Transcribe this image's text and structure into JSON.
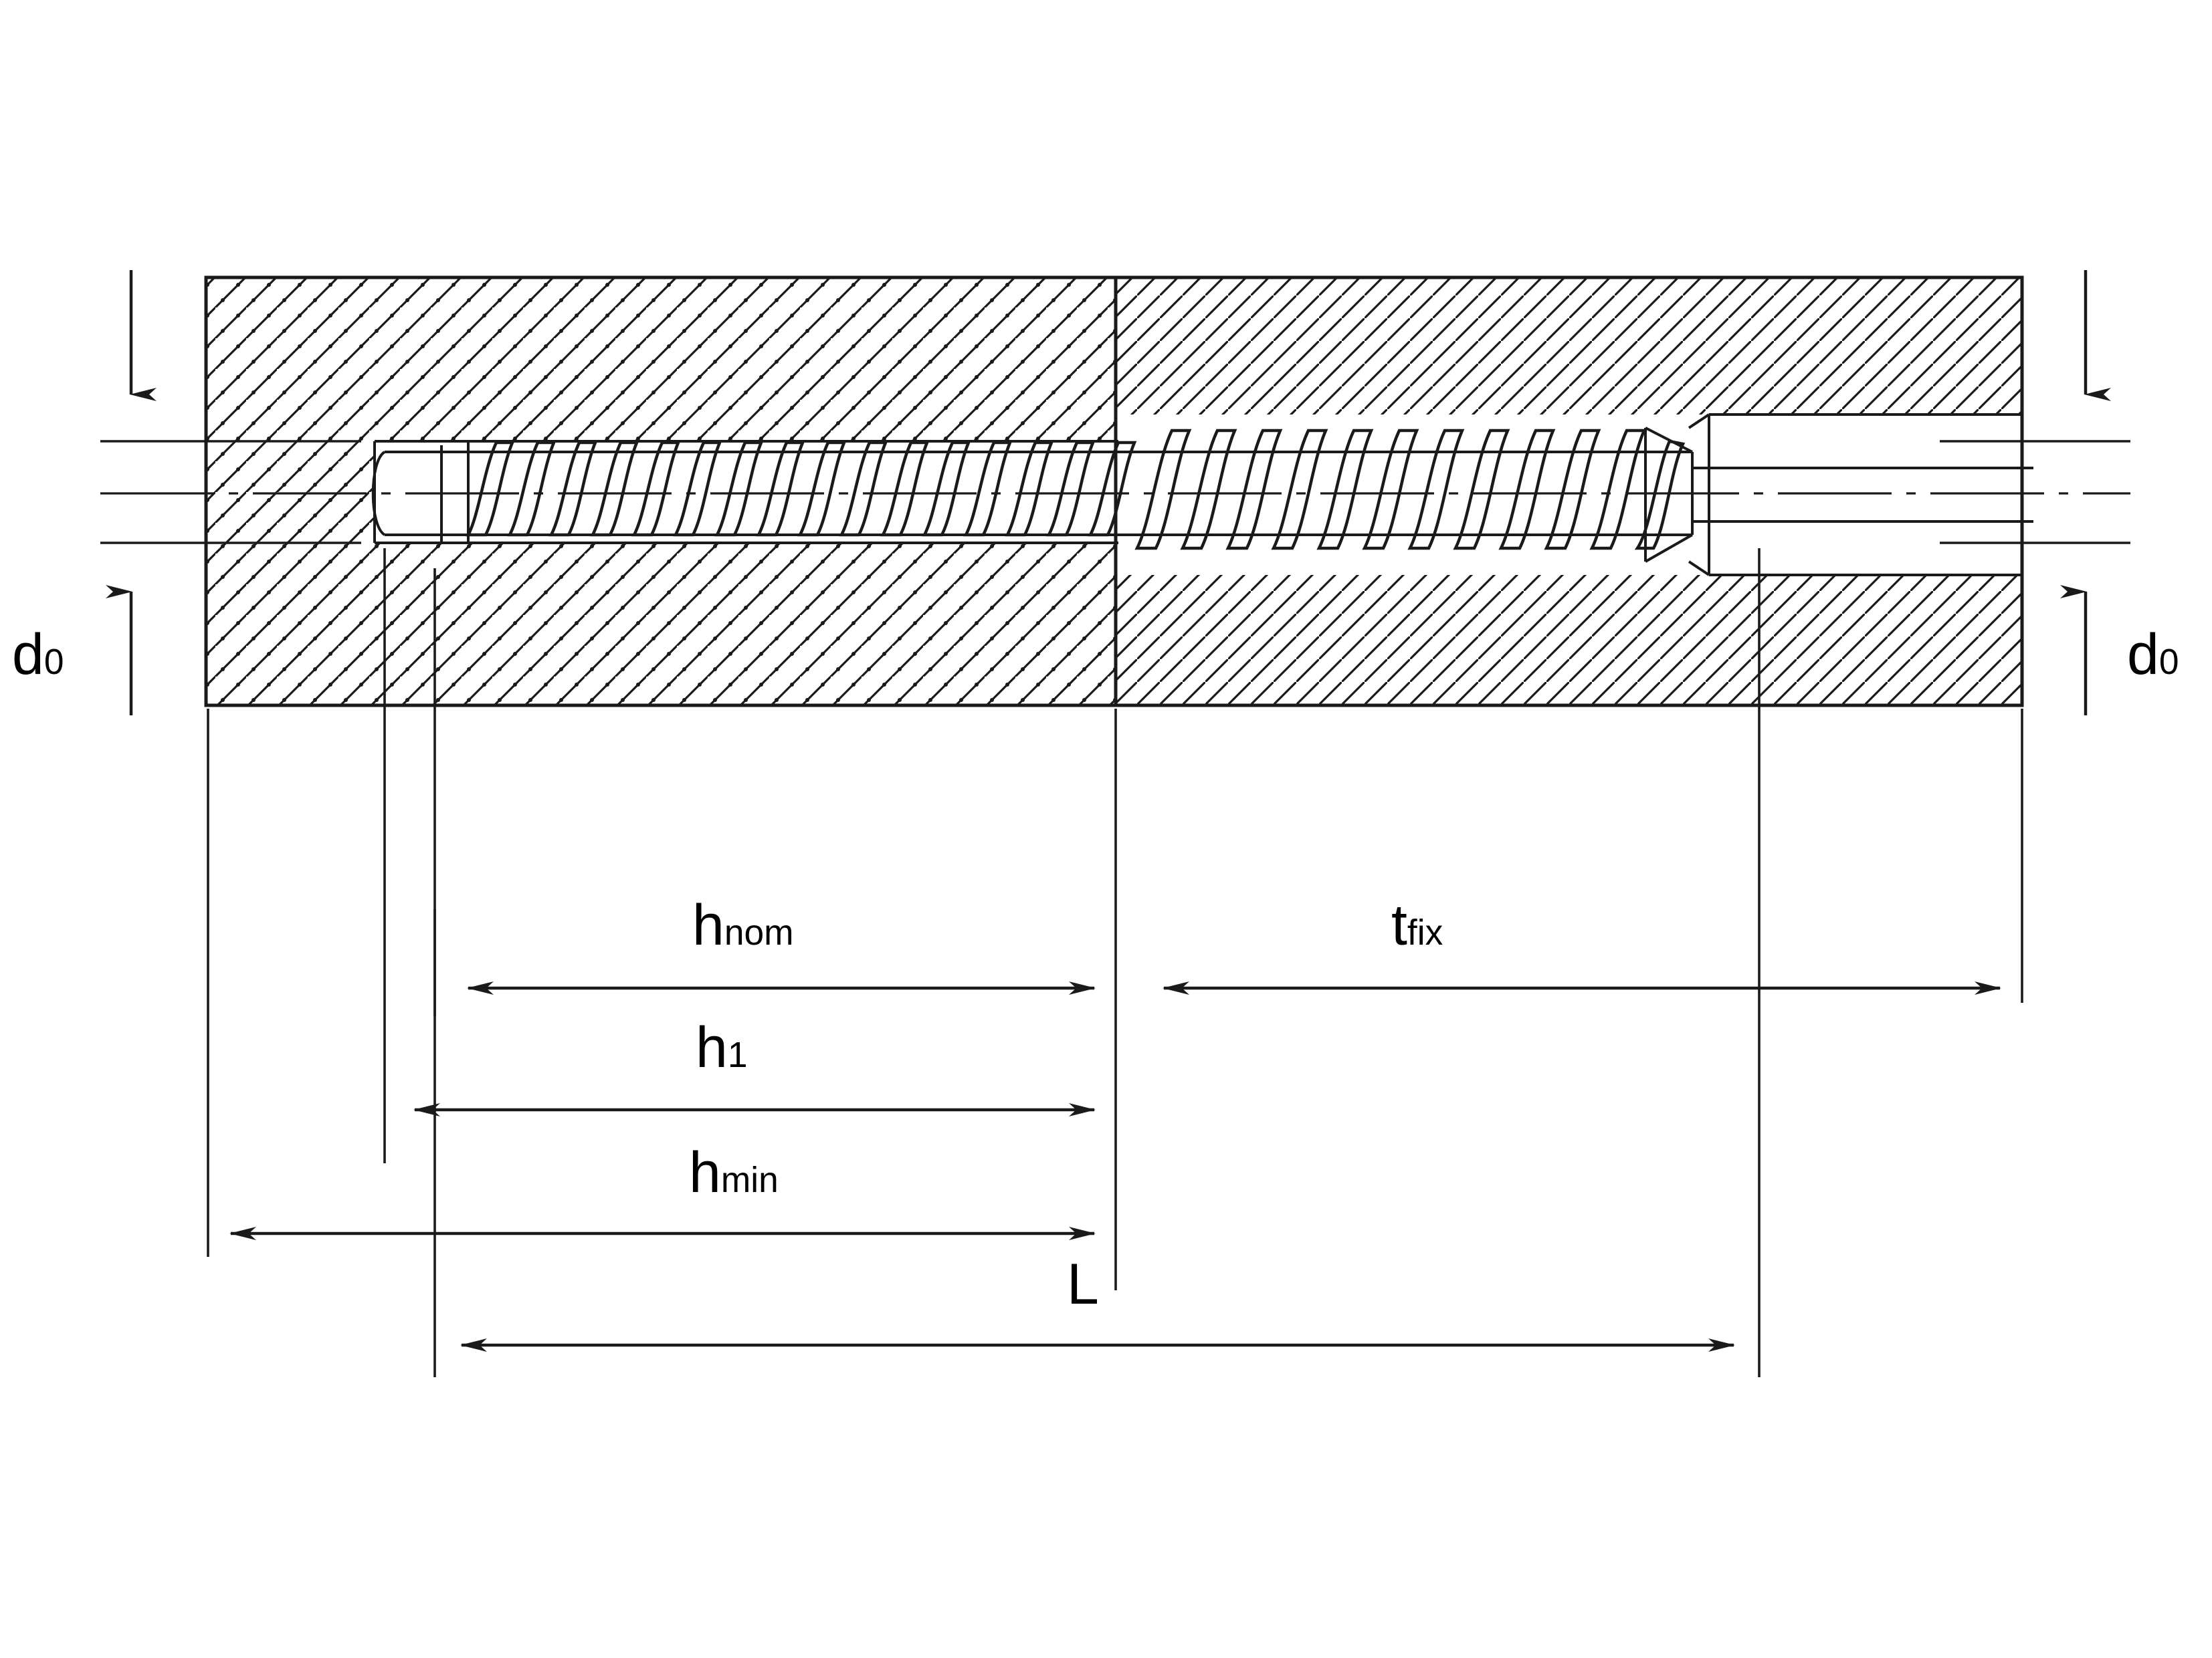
{
  "diagram": {
    "title": "Concrete screw anchor installation cross-section",
    "type": "technical-drawing",
    "labels": {
      "d0_left": {
        "base": "d",
        "sub": "0"
      },
      "d0_right": {
        "base": "d",
        "sub": "0"
      },
      "h_nom": {
        "base": "h",
        "sub": "nom"
      },
      "h_1": {
        "base": "h",
        "sub": "1"
      },
      "h_min": {
        "base": "h",
        "sub": "min"
      },
      "t_fix": {
        "base": "t",
        "sub": "fix"
      },
      "L": {
        "base": "L",
        "sub": ""
      }
    },
    "colors": {
      "line": "#1a1a1a",
      "background": "#ffffff",
      "hatch": "#1a1a1a"
    },
    "regions": [
      {
        "name": "base-material-concrete",
        "hatch": "dotted-diagonal"
      },
      {
        "name": "fixture-steel",
        "hatch": "diagonal"
      }
    ],
    "dimension_chain": [
      {
        "name": "h_nom",
        "from": "anchor-embedment-start",
        "to": "concrete-surface"
      },
      {
        "name": "h_1",
        "from": "drill-hole-base",
        "to": "concrete-surface"
      },
      {
        "name": "h_min",
        "from": "concrete-back-face",
        "to": "concrete-surface"
      },
      {
        "name": "t_fix",
        "from": "concrete-surface",
        "to": "fixture-outer-face"
      },
      {
        "name": "L",
        "from": "screw-tip",
        "to": "screw-head-end"
      }
    ]
  }
}
